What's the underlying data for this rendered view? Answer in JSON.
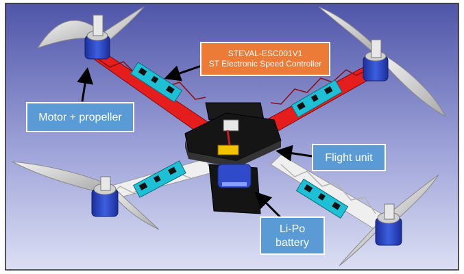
{
  "callouts": {
    "esc": {
      "line1": "STEVAL-ESC001V1",
      "line2": "ST Electronic Speed Controller"
    },
    "motor": {
      "label": "Motor + propeller"
    },
    "flight_unit": {
      "label": "Flight unit"
    },
    "battery": {
      "line1": "Li-Po",
      "line2": "battery"
    }
  },
  "colors": {
    "background_top": "#4f55a8",
    "background_bottom": "#d9dcf2",
    "frame_arm": "#e51d1d",
    "frame_arm_white": "#f2f2f2",
    "motor": "#2f4bc9",
    "propeller": "#cfcfcf",
    "esc_board": "#1ec0d6",
    "flight_plate": "#1a1a1a",
    "orange_callout": "#ec7b37",
    "blue_callout": "#5b9bd5"
  }
}
